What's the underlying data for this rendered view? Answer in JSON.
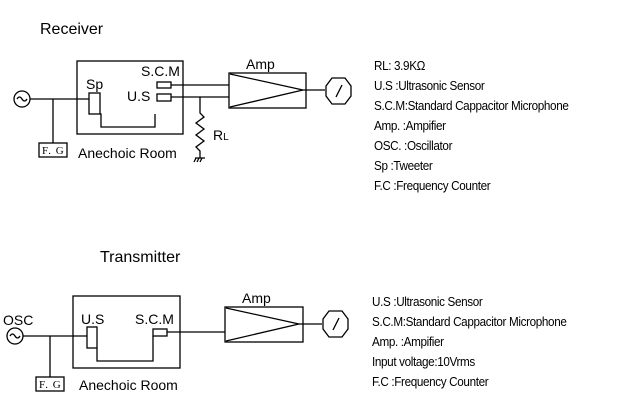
{
  "receiver": {
    "title": "Receiver",
    "room_label": "Anechoic Room",
    "sp_label": "Sp",
    "scm_label": "S.C.M",
    "us_label": "U.S",
    "amp_label": "Amp",
    "rl_label_main": "R",
    "rl_label_sub": "L",
    "fg_label": "F. G",
    "source_icon": "sine-wave-source-icon",
    "meter_icon": "meter-icon",
    "legend": [
      "RL: 3.9KΩ",
      "U.S  :Ultrasonic Sensor",
      "S.C.M:Standard Cappacitor Microphone",
      "Amp. :Ampifier",
      "OSC. :Oscillator",
      "Sp   :Tweeter",
      "F.C  :Frequency Counter"
    ]
  },
  "transmitter": {
    "title": "Transmitter",
    "room_label": "Anechoic Room",
    "osc_label": "OSC",
    "us_label": "U.S",
    "scm_label": "S.C.M",
    "amp_label": "Amp",
    "fg_label": "F. G",
    "source_icon": "sine-wave-source-icon",
    "meter_icon": "meter-icon",
    "legend": [
      "U.S  :Ultrasonic Sensor",
      "S.C.M:Standard Cappacitor Microphone",
      "Amp. :Ampifier",
      "Input voltage:10Vrms",
      "F.C  :Frequency Counter"
    ]
  }
}
